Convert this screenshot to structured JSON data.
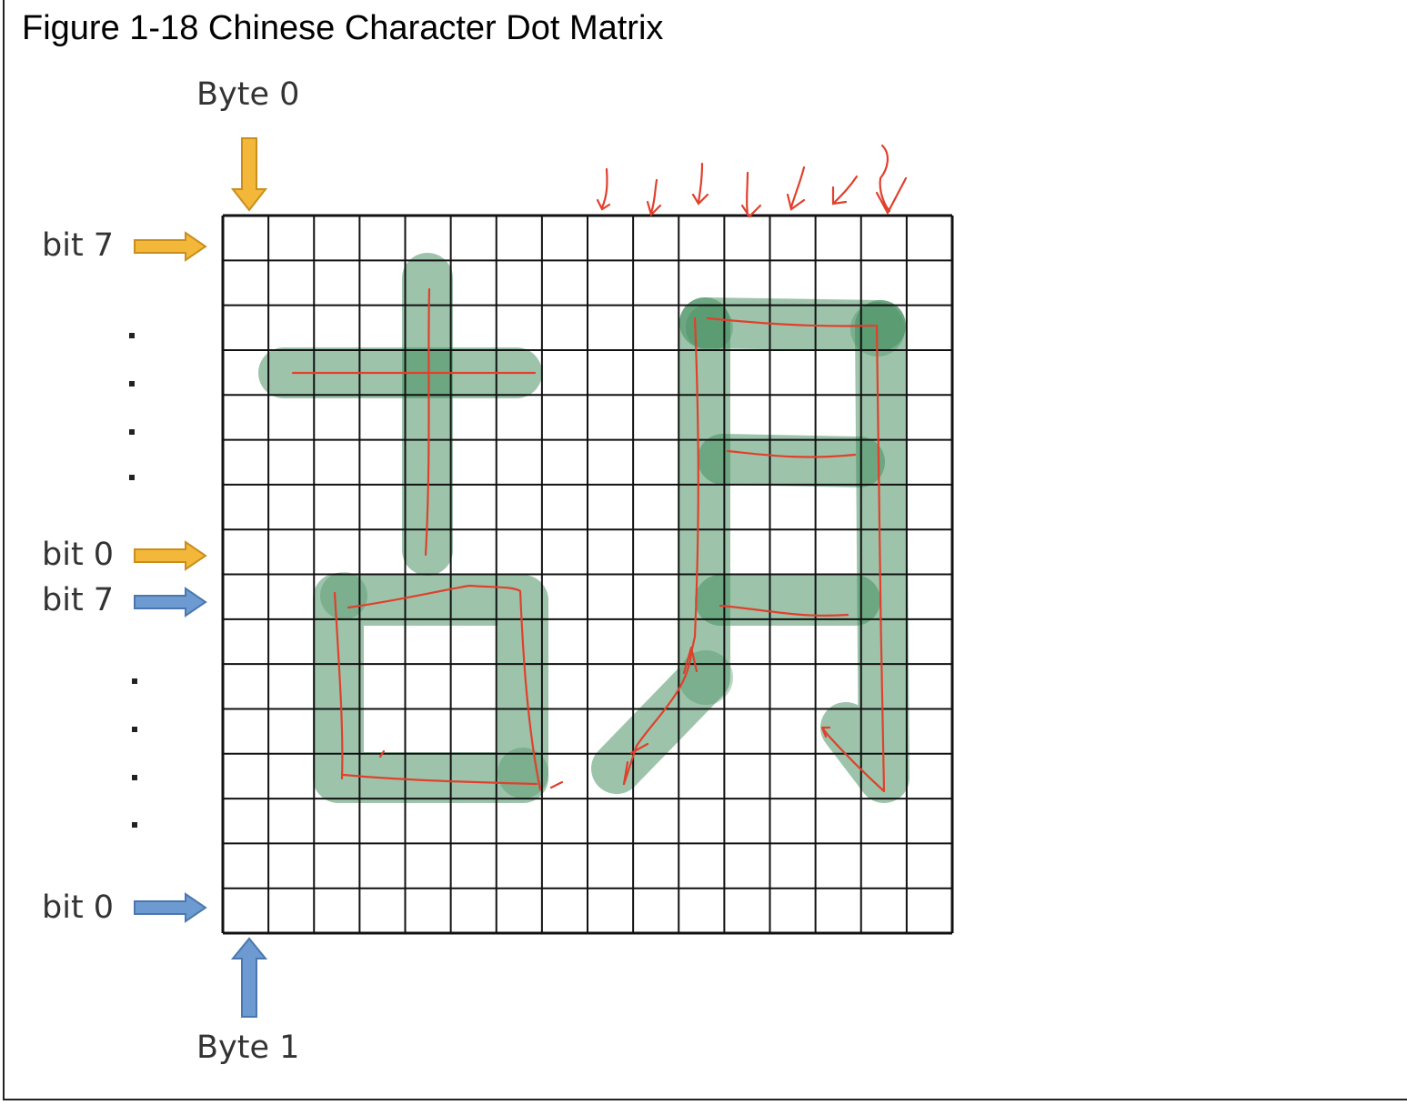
{
  "figure": {
    "title": "Figure 1-18 Chinese Character Dot Matrix"
  },
  "labels": {
    "byte0": "Byte 0",
    "byte1": "Byte 1",
    "upper_bit7": "bit 7",
    "upper_bit0": "bit 0",
    "lower_bit7": "bit 7",
    "lower_bit0": "bit 0"
  },
  "grid": {
    "columns": 16,
    "rows": 16
  },
  "colors": {
    "byte0_arrow": "#f3b73a",
    "byte1_arrow": "#6d9bd1",
    "stroke_highlight": "#3c8a58",
    "annotation": "#e0402c"
  }
}
